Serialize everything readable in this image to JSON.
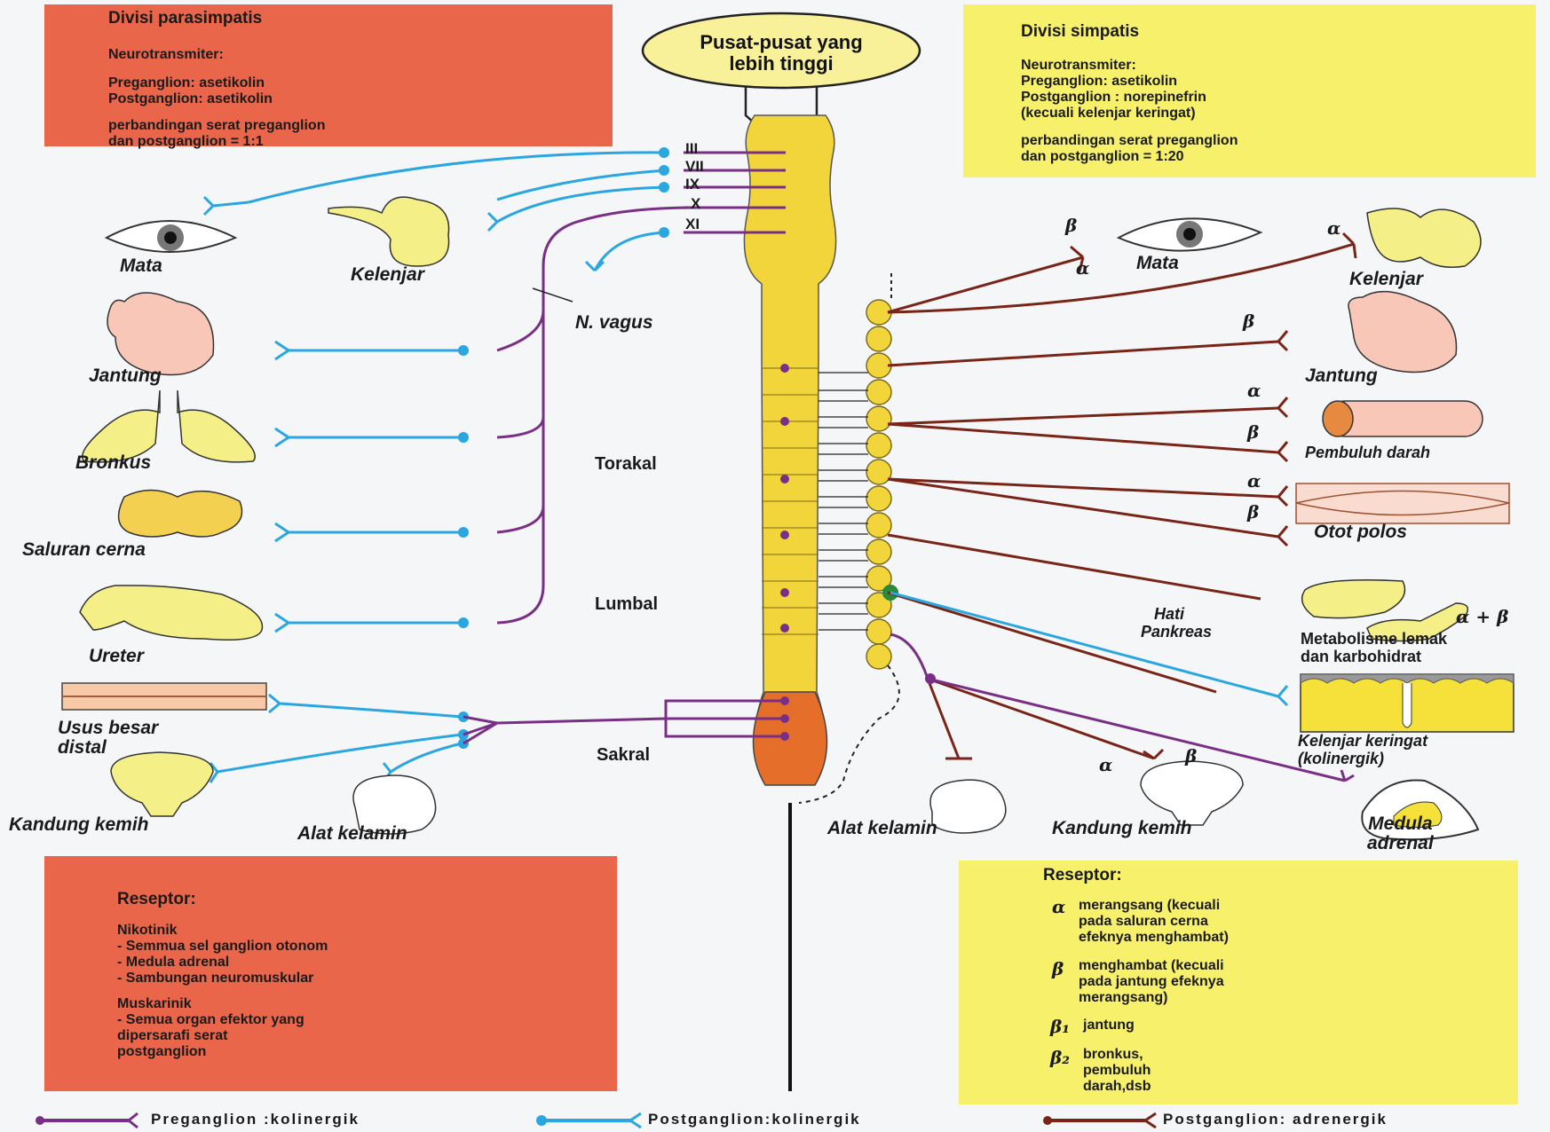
{
  "parasympathetic_box": {
    "title": "Divisi parasimpatis",
    "neurotransmitter_heading": "Neurotransmiter:",
    "preganglion": "Preganglion: asetikolin",
    "postganglion": "Postganglion: asetikolin",
    "ratio": "perbandingan serat preganglion\ndan postganglion = 1:1"
  },
  "sympathetic_box": {
    "title": "Divisi simpatis",
    "neurotransmitter_heading": "Neurotransmiter:",
    "preganglion": "Preganglion: asetikolin",
    "postganglion": "Postganglion : norepinefrin",
    "exception": "(kecuali kelenjar keringat)",
    "ratio": "perbandingan serat preganglion\ndan postganglion = 1:20"
  },
  "brain": {
    "label": "Pusat-pusat yang\nlebih tinggi"
  },
  "cranial_nerves": [
    "III",
    "VII",
    "IX",
    "X",
    "XI"
  ],
  "vagus_label": "N. vagus",
  "cord_regions": {
    "thoracic": "Torakal",
    "lumbar": "Lumbal",
    "sacral": "Sakral"
  },
  "para_organs": {
    "eye": "Mata",
    "gland": "Kelenjar",
    "heart": "Jantung",
    "bronchus": "Bronkus",
    "gut": "Saluran cerna",
    "ureter": "Ureter",
    "colon": "Usus besar\ndistal",
    "bladder": "Kandung kemih",
    "genitals": "Alat kelamin"
  },
  "simp_organs": {
    "eye": "Mata",
    "gland": "Kelenjar",
    "heart": "Jantung",
    "vessel": "Pembuluh darah",
    "smooth_muscle": "Otot polos",
    "liver": "Hati",
    "pancreas": "Pankreas",
    "metabolism": "Metabolisme lemak\ndan karbohidrat",
    "sweat": "Kelenjar keringat\n(kolinergik)",
    "genitals": "Alat kelamin",
    "bladder": "Kandung kemih",
    "adrenal": "Medula\nadrenal"
  },
  "receptor_symbols": {
    "alpha": "α",
    "beta": "β",
    "alpha_beta": "α + β"
  },
  "para_receptor_box": {
    "title": "Reseptor:",
    "nicotinic": "Nikotinik",
    "nicotinic_items": [
      "- Semmua sel ganglion otonom",
      "- Medula adrenal",
      "- Sambungan neuromuskular"
    ],
    "muscarinic": "Muskarinik",
    "muscarinic_items": "- Semua organ efektor yang\n  dipersarafi serat\n  postganglion"
  },
  "simp_receptor_box": {
    "title": "Reseptor:",
    "alpha_sym": "α",
    "alpha_text": "merangsang (kecuali\npada saluran cerna\nefeknya menghambat)",
    "beta_sym": "β",
    "beta_text": "menghambat (kecuali\npada jantung efeknya\nmerangsang)",
    "beta1_sym": "β₁",
    "beta1_text": "jantung",
    "beta2_sym": "β₂",
    "beta2_text": "bronkus,\npembuluh\ndarah,dsb"
  },
  "legend": {
    "pre": "Preganglion :kolinergik",
    "post_chol": "Postganglion:kolinergik",
    "post_adr": "Postganglion: adrenergik"
  },
  "colors": {
    "preganglion": "#7a2f86",
    "post_cholinergic": "#2aa6e0",
    "post_adrenergic": "#7a2418",
    "cord": "#f2d53a",
    "sacral": "#e56e2a",
    "para_box": "#e9664a",
    "simp_box": "#f6f06a"
  }
}
